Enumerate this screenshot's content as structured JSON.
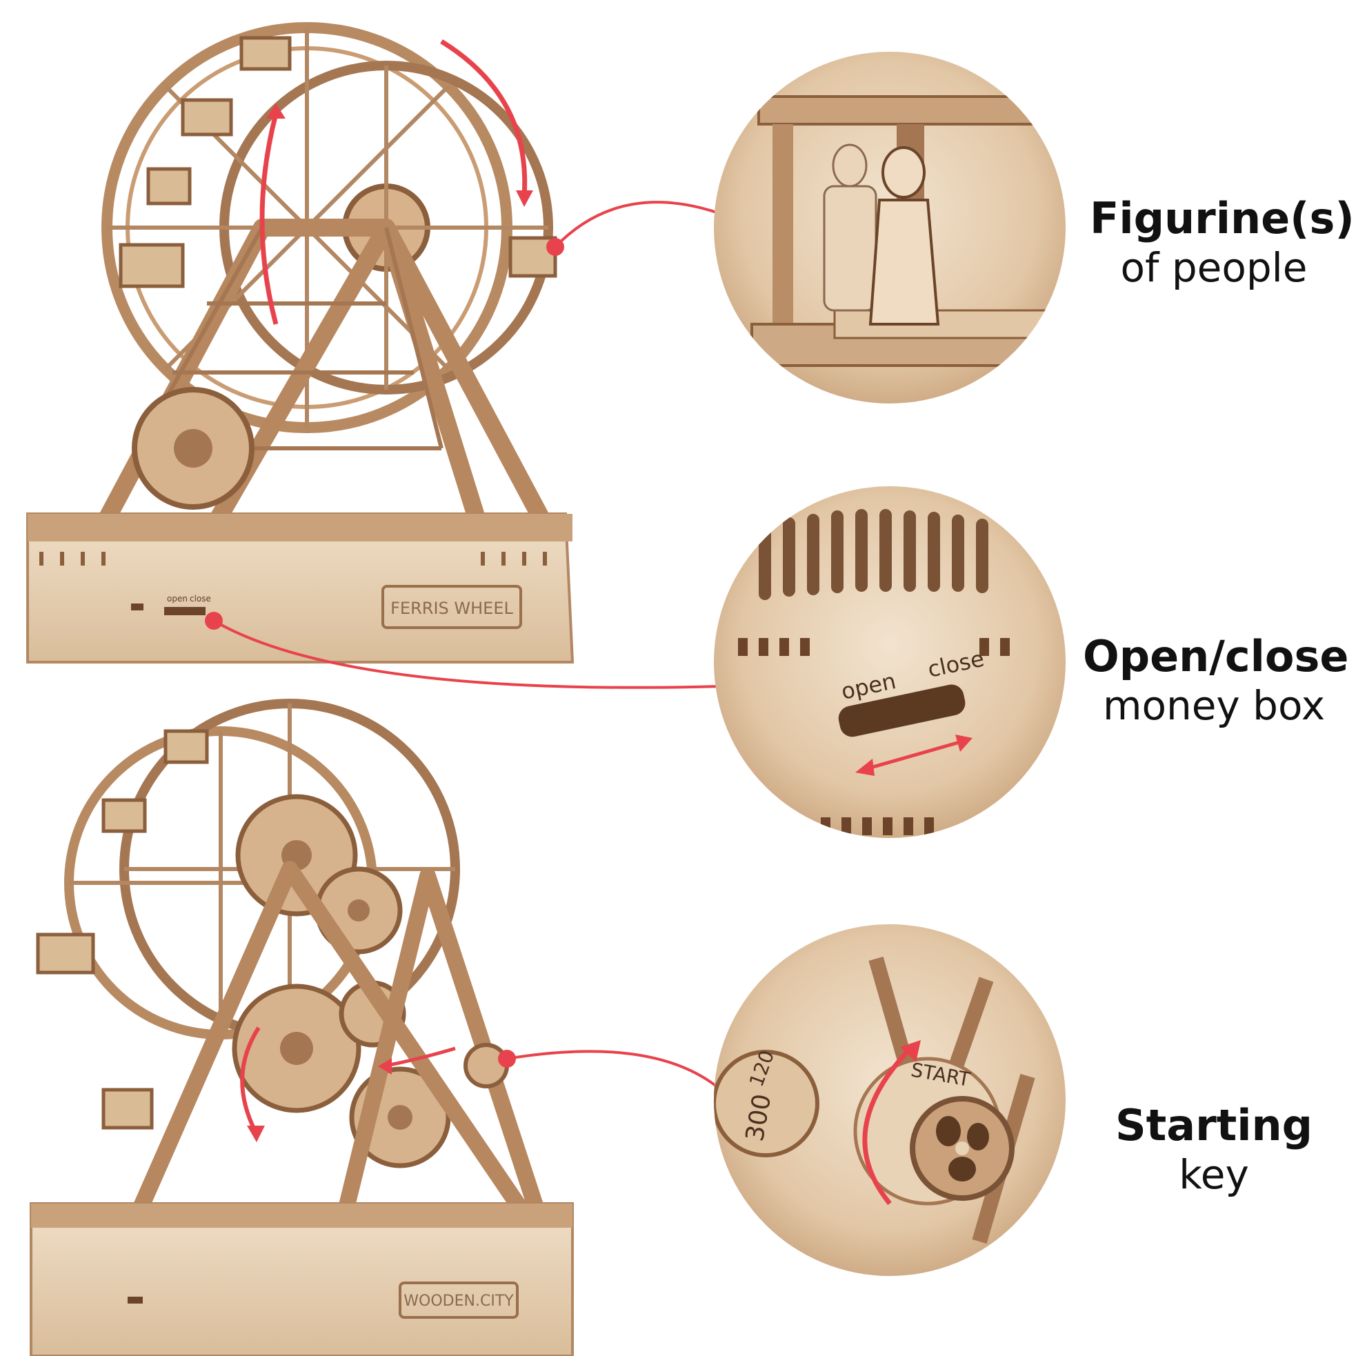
{
  "features": [
    {
      "title": "Figurine(s)",
      "subtitle": "of people"
    },
    {
      "title": "Open/close",
      "subtitle": "money box"
    },
    {
      "title": "Starting",
      "subtitle": "key"
    }
  ],
  "model_texts": {
    "nameplate": "FERRIS WHEEL",
    "brand": "WOODEN.CITY",
    "switch_open": "open",
    "switch_close": "close",
    "key_label": "START",
    "dial_numbers": [
      "120",
      "300"
    ]
  },
  "colors": {
    "callout_line": "#e8434c",
    "wood_light": "#e8d2b6",
    "wood_mid": "#c9a27c",
    "wood_dark": "#7a5236",
    "background": "#ffffff"
  }
}
